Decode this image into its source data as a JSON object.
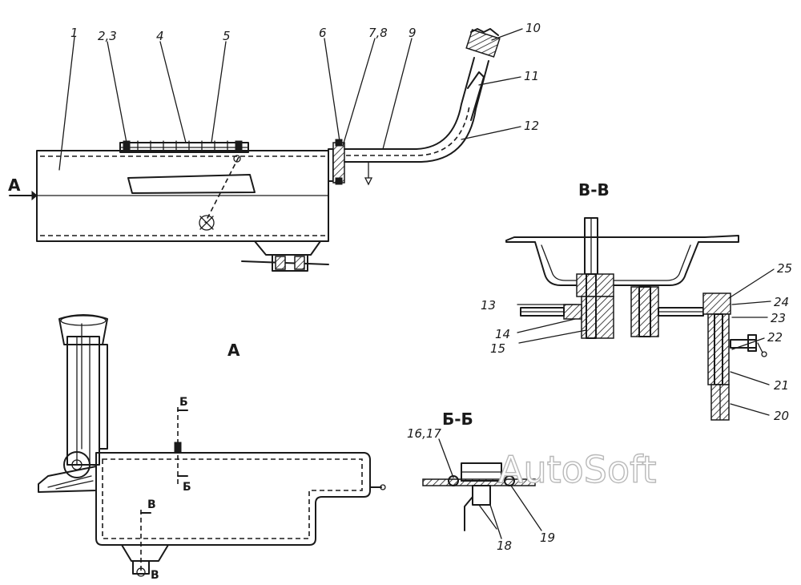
{
  "callouts": [
    "1",
    "2,3",
    "4",
    "5",
    "6",
    "7,8",
    "9",
    "10",
    "11",
    "12",
    "13",
    "14",
    "15",
    "16,17",
    "18",
    "19",
    "20",
    "21",
    "22",
    "23",
    "24",
    "25"
  ],
  "views": {
    "arrow_label": "A",
    "view_title": "A",
    "section_bb_title": "Б-Б",
    "section_vv_title": "В-В",
    "cut_b": "Б",
    "cut_v": "В"
  },
  "watermark": "AutoSoft"
}
